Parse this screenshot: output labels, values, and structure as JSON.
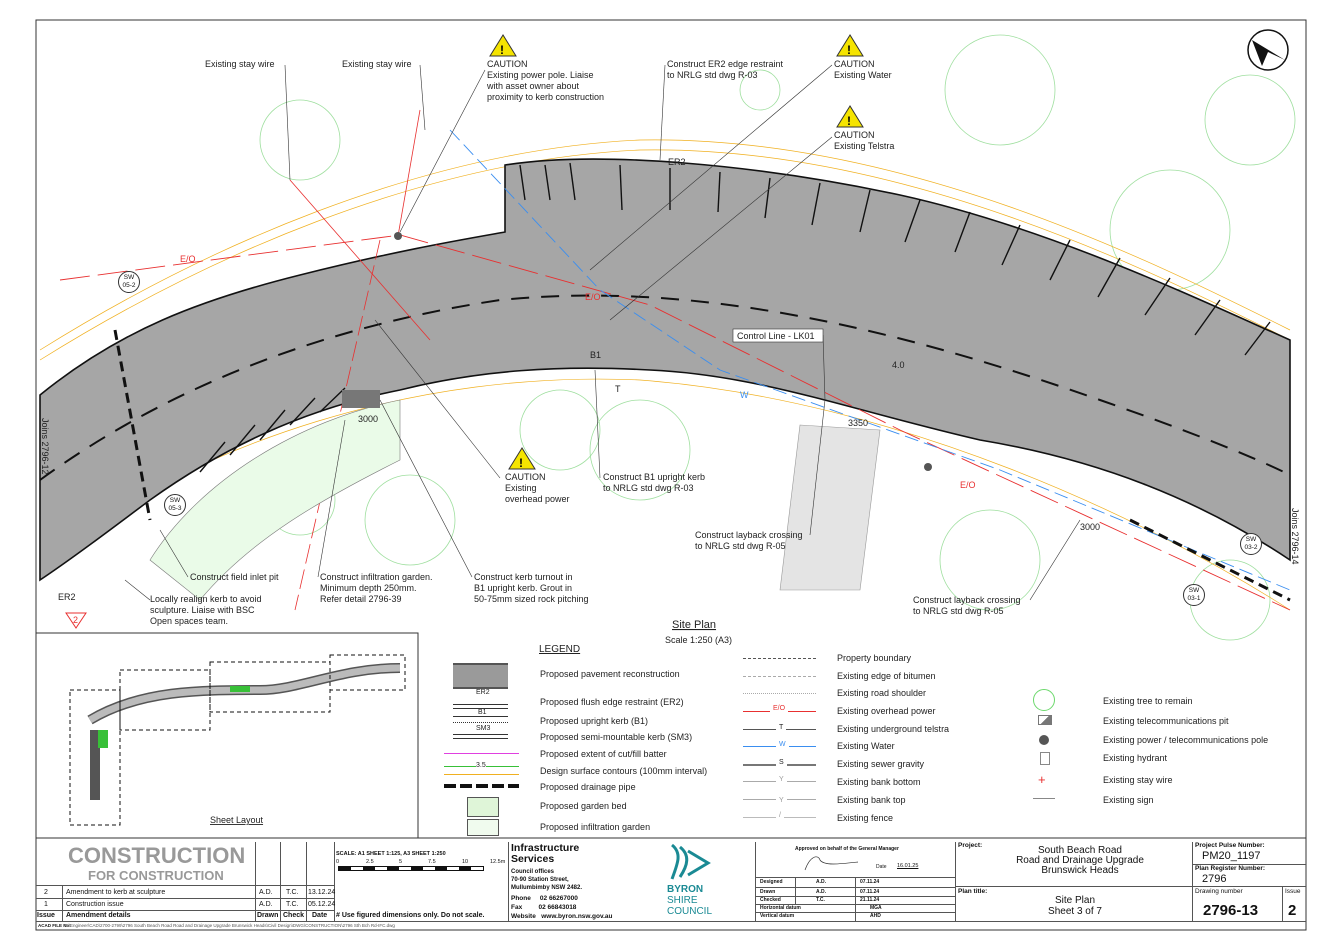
{
  "plan": {
    "annotations": {
      "stay_wire_1": "Existing stay wire",
      "stay_wire_2": "Existing stay wire",
      "caution_pole": [
        "CAUTION",
        "Existing power pole. Liaise",
        "with asset owner about",
        "proximity to kerb construction"
      ],
      "er2_restraint": [
        "Construct ER2 edge restraint",
        "to NRLG std dwg R-03"
      ],
      "caution_water": [
        "CAUTION",
        "Existing Water"
      ],
      "caution_telstra": [
        "CAUTION",
        "Existing Telstra"
      ],
      "control_line": "Control Line - LK01",
      "caution_overhead": [
        "CAUTION",
        "Existing",
        "overhead power"
      ],
      "b1_kerb": [
        "Construct B1 upright kerb",
        "to NRLG std dwg R-03"
      ],
      "layback_1": [
        "Construct layback crossing",
        "to NRLG std dwg R-05"
      ],
      "layback_2": [
        "Construct layback crossing",
        "to NRLG std dwg R-05"
      ],
      "field_inlet": "Construct field inlet pit",
      "infiltration": [
        "Construct infiltration garden.",
        "Minimum depth 250mm.",
        "Refer detail 2796-39"
      ],
      "kerb_turnout": [
        "Construct kerb turnout in",
        "B1 upright kerb. Grout in",
        "50-75mm sized rock pitching"
      ],
      "realign": [
        "Locally realign kerb to avoid",
        "sculpture. Liaise with BSC",
        "Open spaces team."
      ],
      "joins_left": "Joins 2796-12",
      "joins_right": "Joins 2796-14"
    },
    "labels": {
      "er2": "ER2",
      "b1": "B1",
      "eo": "E/O",
      "w": "W",
      "t": "T",
      "dim_3000a": "3000",
      "dim_3350": "3350",
      "dim_3000b": "3000",
      "contour": "4.0",
      "er2_small": "ER2",
      "revision_tri": "2"
    },
    "pits": [
      {
        "line1": "SW",
        "line2": "05-2"
      },
      {
        "line1": "SW",
        "line2": "05-3"
      },
      {
        "line1": "SW",
        "line2": "03-2"
      },
      {
        "line1": "SW",
        "line2": "03-1"
      }
    ],
    "site_plan_title": "Site Plan",
    "site_plan_scale": "Scale 1:250 (A3)",
    "sheet_layout_title": "Sheet Layout",
    "caution_symbol": "!"
  },
  "legend": {
    "title": "LEGEND",
    "col1": [
      {
        "symbol": "ER2",
        "label": "Proposed pavement reconstruction"
      },
      {
        "symbol": "ER2",
        "label": "Proposed flush edge restraint (ER2)"
      },
      {
        "symbol": "B1",
        "label": "Proposed upright kerb (B1)"
      },
      {
        "symbol": "SM3",
        "label": "Proposed semi-mountable kerb (SM3)"
      },
      {
        "symbol": "",
        "label": "Proposed extent of cut/fill batter"
      },
      {
        "symbol": "3.5",
        "label": "Design surface contours (100mm interval)"
      },
      {
        "symbol": "",
        "label": "Proposed drainage pipe"
      },
      {
        "symbol": "",
        "label": "Proposed garden bed"
      },
      {
        "symbol": "",
        "label": "Proposed infiltration garden"
      }
    ],
    "col2": [
      {
        "symbol": "",
        "label": "Property boundary"
      },
      {
        "symbol": "",
        "label": "Existing edge of bitumen"
      },
      {
        "symbol": "",
        "label": "Existing road shoulder"
      },
      {
        "symbol": "E/O",
        "label": "Existing overhead power"
      },
      {
        "symbol": "T",
        "label": "Existing underground telstra"
      },
      {
        "symbol": "W",
        "label": "Existing Water"
      },
      {
        "symbol": "S",
        "label": "Existing sewer gravity"
      },
      {
        "symbol": "Y",
        "label": "Existing bank bottom"
      },
      {
        "symbol": "Y",
        "label": "Existing bank top"
      },
      {
        "symbol": "/",
        "label": "Existing fence"
      }
    ],
    "col3": [
      {
        "label": "Existing tree to remain"
      },
      {
        "label": "Existing telecommunications pit"
      },
      {
        "label": "Existing power / telecommunications pole"
      },
      {
        "label": "Existing hydrant"
      },
      {
        "label": "Existing stay wire"
      },
      {
        "label": "Existing sign"
      }
    ],
    "colors": {
      "pavement": "#9a9a9a",
      "power": "#e83030",
      "water": "#3a8ef0",
      "contour": "#38c038",
      "contour2": "#f0b020",
      "batter": "#e040e0",
      "tree": "#6cd86c"
    }
  },
  "title_block": {
    "stamp": "CONSTRUCTION",
    "stamp_sub": "FOR CONSTRUCTION",
    "revisions": [
      {
        "issue": "2",
        "details": "Amendment to kerb at sculpture",
        "drawn": "A.D.",
        "check": "T.C.",
        "date": "13.12.24"
      },
      {
        "issue": "1",
        "details": "Construction issue",
        "drawn": "A.D.",
        "check": "T.C.",
        "date": "05.12.24"
      }
    ],
    "rev_headers": {
      "issue": "Issue",
      "details": "Amendment details",
      "drawn": "Drawn",
      "check": "Check",
      "date": "Date"
    },
    "scale_text": "SCALE: A1 SHEET 1:125, A3 SHEET 1:250",
    "scale_ticks": [
      "0",
      "2.5",
      "5",
      "7.5",
      "10",
      "12.5m"
    ],
    "scale_note": "# Use figured dimensions only. Do not scale.",
    "dept": [
      "Infrastructure",
      "Services"
    ],
    "address": [
      "Council offices",
      "70-90 Station Street,",
      "Mullumbimby  NSW 2482."
    ],
    "phone_label": "Phone",
    "phone": "02 66267000",
    "fax_label": "Fax",
    "fax": "02 66843018",
    "web_label": "Website",
    "web": "www.byron.nsw.gov.au",
    "logo": [
      "BYRON",
      "SHIRE",
      "COUNCIL"
    ],
    "approval": "Approved on behalf of the General Manager",
    "date_label": "Date",
    "approval_date": "16.01.25",
    "signoff": [
      {
        "role": "Designed",
        "who": "A.D.",
        "date": "07.11.24"
      },
      {
        "role": "Drawn",
        "who": "A.D.",
        "date": "07.11.24"
      },
      {
        "role": "Checked",
        "who": "T.C.",
        "date": "21.11.24"
      }
    ],
    "h_datum_label": "Horizontal datum",
    "h_datum": "MGA",
    "v_datum_label": "Vertical datum",
    "v_datum": "AHD",
    "project_label": "Project:",
    "project": [
      "South Beach Road",
      "Road and Drainage Upgrade",
      "Brunswick Heads"
    ],
    "plan_title_label": "Plan title:",
    "plan_title": [
      "Site Plan",
      "Sheet 3 of 7"
    ],
    "pulse_label": "Project Pulse Number:",
    "pulse": "PM20_1197",
    "register_label": "Plan Register Number:",
    "register": "2796",
    "drawing_label": "Drawing number",
    "drawing": "2796-13",
    "issue_label": "Issue",
    "issue": "2",
    "acad_label": "ACAD FILE No:",
    "acad_path": "G:\\Engineer\\CAD\\2700-2799\\2796  South Beach Road  Road and Drainage Upgrade  Brunswick Heads\\Civil Design\\DWG\\CONSTRUCTION\\2796  Sth Bch Rd-IFC.dwg"
  }
}
